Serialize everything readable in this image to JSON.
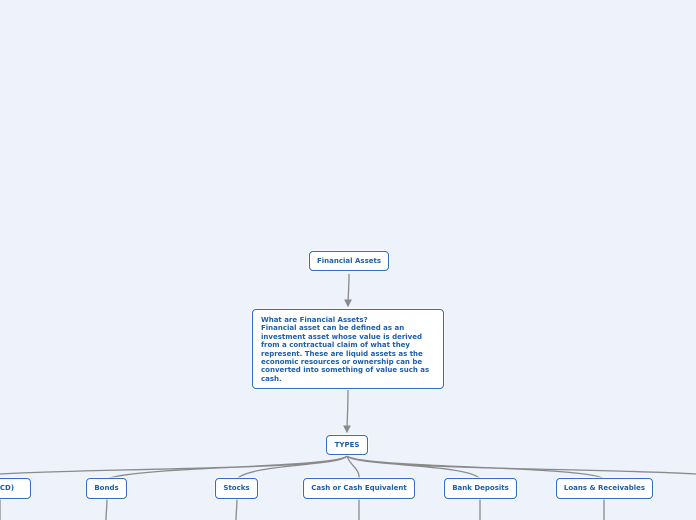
{
  "colors": {
    "background": "#eef3fb",
    "node_border": "#2f6fbf",
    "node_text": "#1c5eb0",
    "connector": "#8a8a8a"
  },
  "mindmap": {
    "root": {
      "label": "Financial Assets"
    },
    "definition": {
      "question": "What are Financial Assets?",
      "text": "Financial asset can be defined as an investment asset whose value is derived from a contractual claim of what they represent. These are liquid assets as the economic resources or ownership can be converted into something of value such as cash."
    },
    "types": {
      "label": "TYPES",
      "children": [
        {
          "label": "t (CD)"
        },
        {
          "label": "Bonds"
        },
        {
          "label": "Stocks"
        },
        {
          "label": "Cash or Cash Equivalent"
        },
        {
          "label": "Bank Deposits"
        },
        {
          "label": "Loans & Receivables"
        }
      ]
    }
  }
}
